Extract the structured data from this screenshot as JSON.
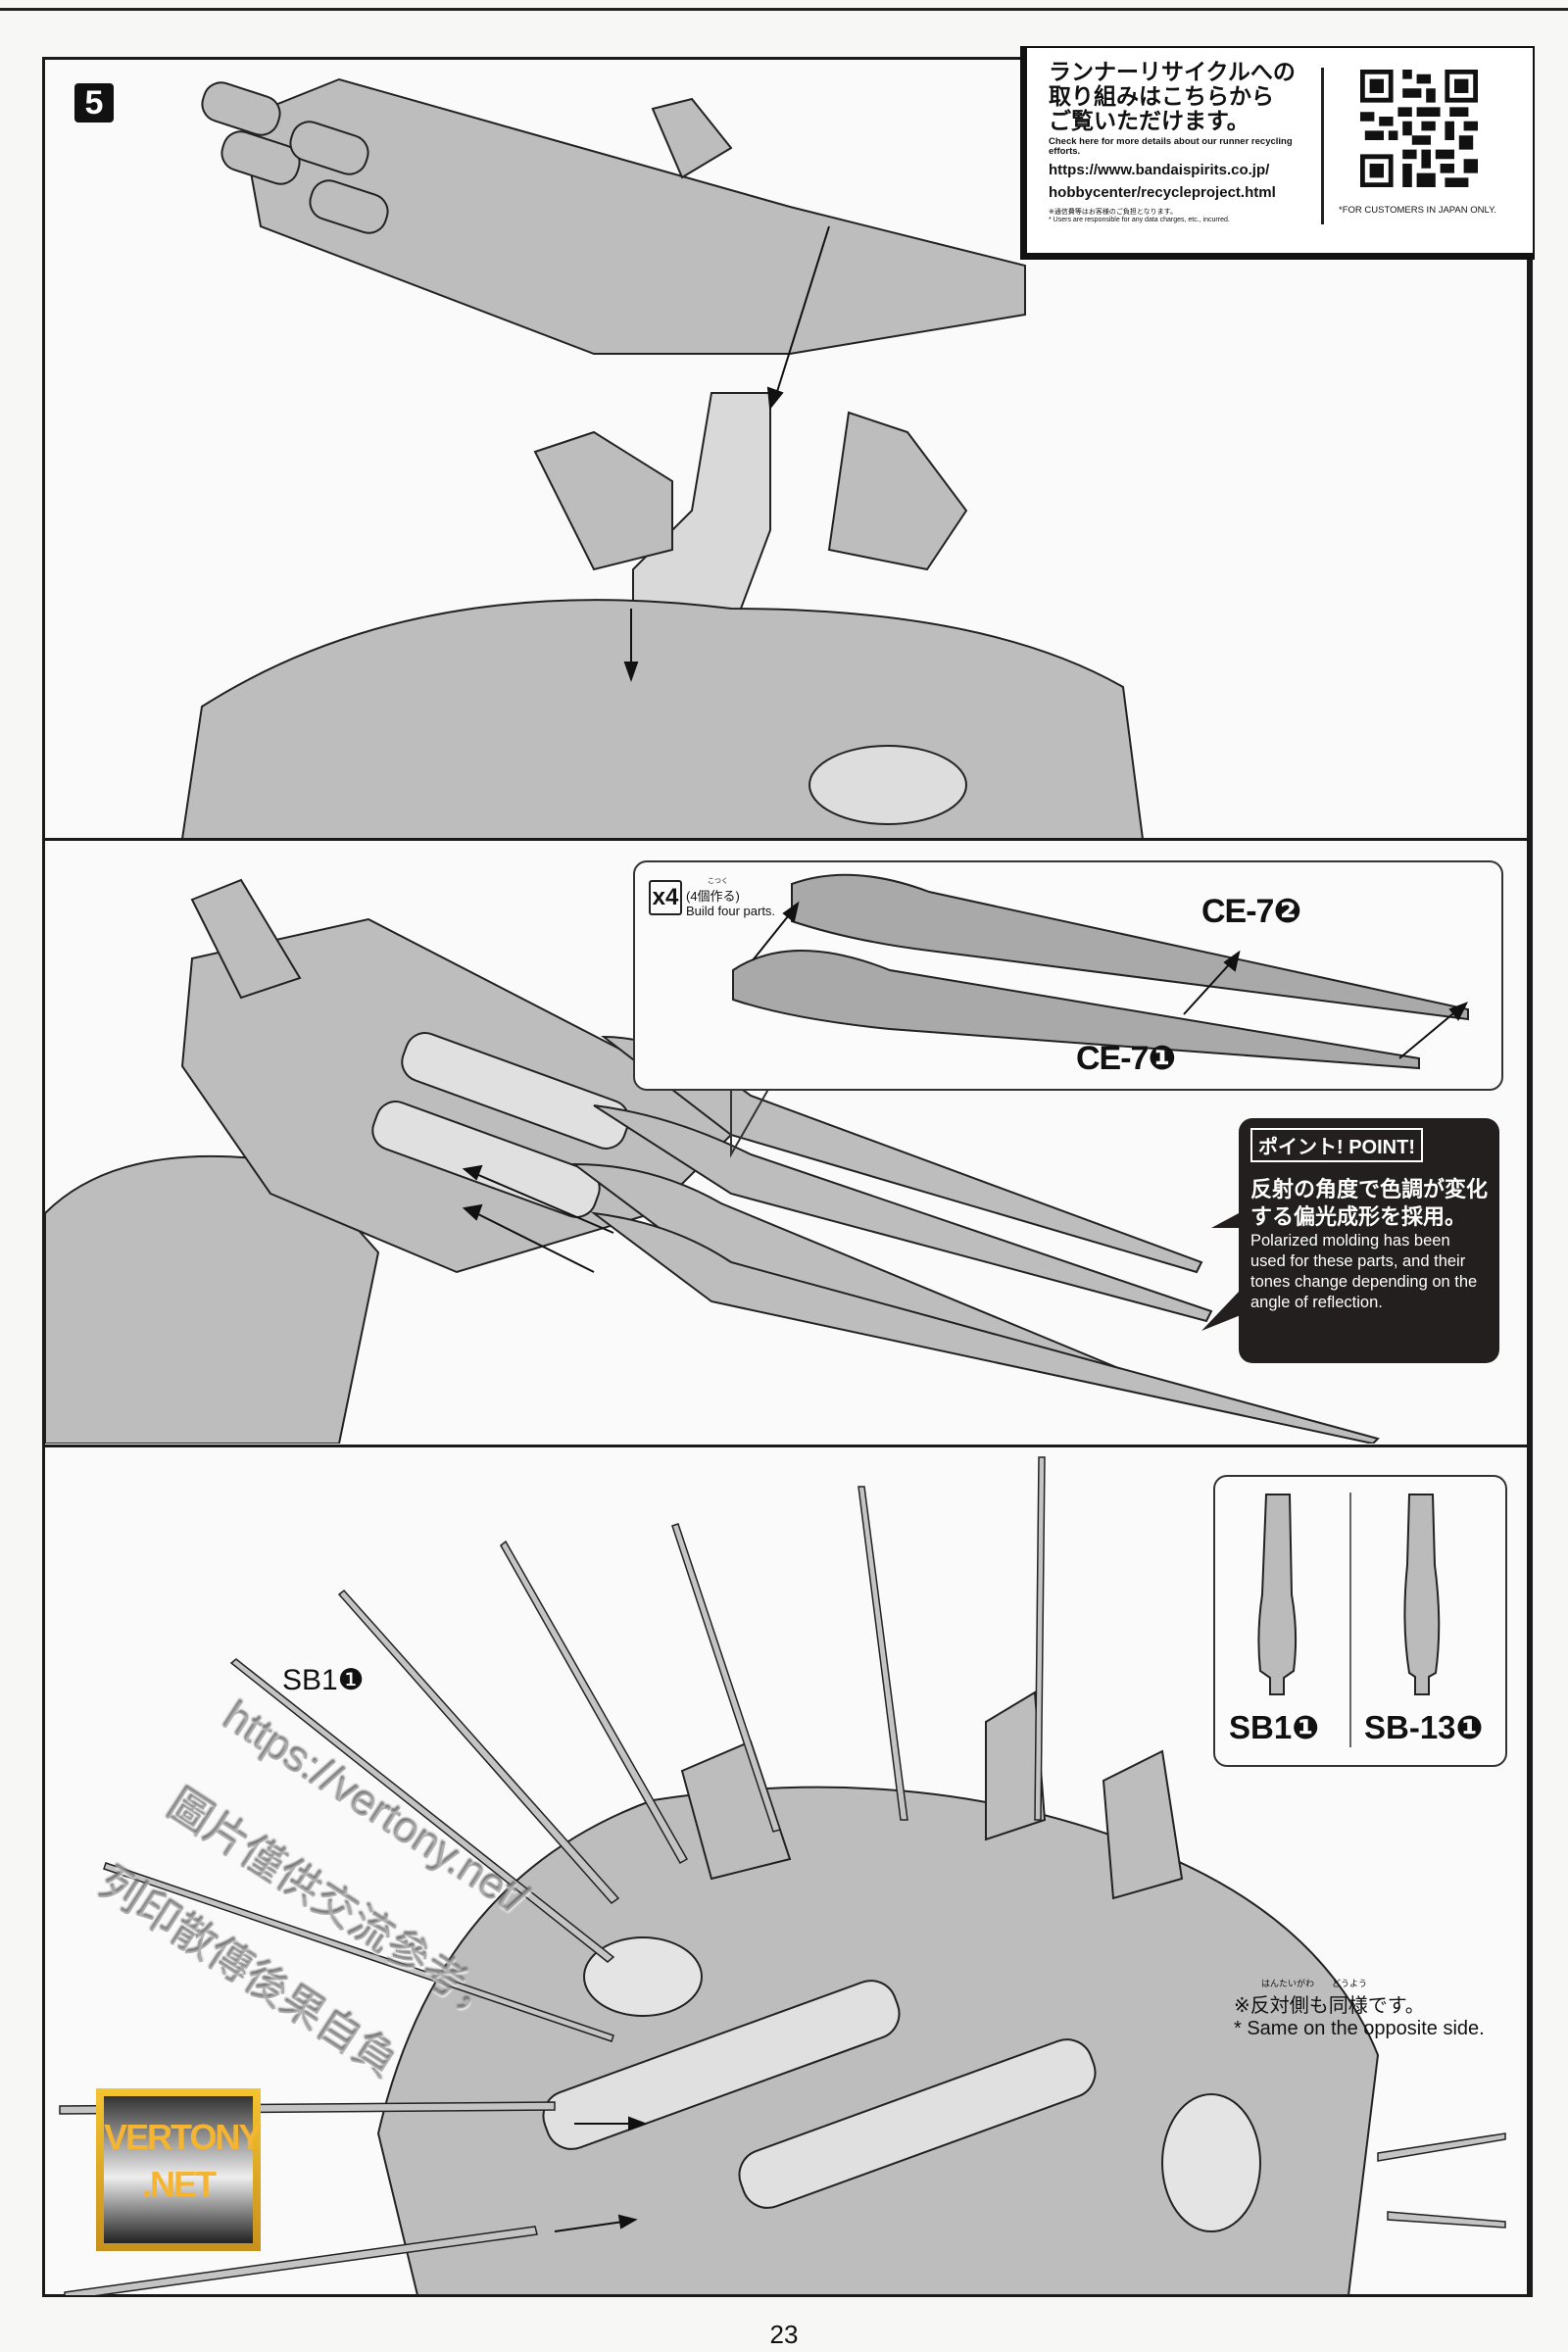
{
  "step": {
    "number": "5"
  },
  "recycle": {
    "jp_lines": [
      "ランナーリサイクルへの",
      "取り組みはこちらから",
      "ご覧いただけます。"
    ],
    "en_text": "Check here for more details about our runner recycling efforts.",
    "url_lines": [
      "https://www.bandaispirits.co.jp/",
      "hobbycenter/recycleproject.html"
    ],
    "note_jp": "※通信費等はお客様のご負担となります。",
    "note_en": "* Users are responsible for any data charges, etc., incurred.",
    "qr_note": "*FOR CUSTOMERS IN JAPAN ONLY."
  },
  "callout": {
    "quantity": "x4",
    "ruby": "こつく",
    "jp": "(4個作る)",
    "en": "Build four parts.",
    "part_a": "CE-7❷",
    "part_b": "CE-7❶"
  },
  "point": {
    "title": "ポイント! POINT!",
    "jp_lines": [
      "反射の角度で色調が変化",
      "する偏光成形を採用。"
    ],
    "en": "Polarized molding has been used for these parts, and their tones change depending on the angle of reflection."
  },
  "parts_compare": {
    "left": "SB1❶",
    "right": "SB-13❶"
  },
  "sb_label": "SB1❶",
  "note": {
    "ruby": "はんたいがわ　　どうよう",
    "jp": "※反対側も同様です。",
    "en": "* Same on the opposite side."
  },
  "watermark": {
    "url": "https://vertony.net/",
    "line1": "圖片僅供交流參考，",
    "line2": "列印散傳後果自負",
    "logo": "VERTONY .NET"
  },
  "page_number": "23"
}
